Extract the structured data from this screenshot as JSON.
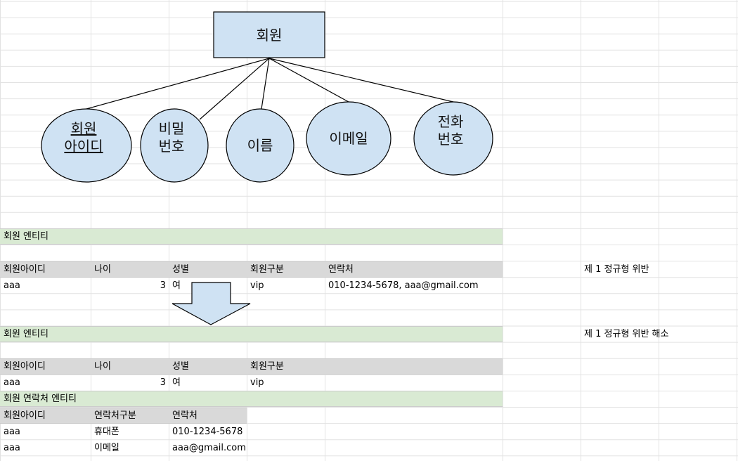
{
  "diagram": {
    "root": "회원",
    "attributes": [
      {
        "line1": "회원",
        "line2": "아이디",
        "underline": true
      },
      {
        "line1": "비밀",
        "line2": "번호",
        "underline": false
      },
      {
        "line1": "이름",
        "line2": "",
        "underline": false
      },
      {
        "line1": "이메일",
        "line2": "",
        "underline": false
      },
      {
        "line1": "전화",
        "line2": "번호",
        "underline": false
      }
    ],
    "fill_color": "#cfe2f3",
    "stroke_color": "#000000"
  },
  "table1": {
    "title": "회원 엔티티",
    "headers": [
      "회원아이디",
      "나이",
      "성별",
      "회원구분",
      "연락처"
    ],
    "row": [
      "aaa",
      "3",
      "여",
      "vip",
      "010-1234-5678, aaa@gmail.com"
    ],
    "note": "제 1 정규형 위반"
  },
  "table2": {
    "title": "회원 엔티티",
    "note": "제 1 정규형 위반 해소",
    "headers": [
      "회원아이디",
      "나이",
      "성별",
      "회원구분"
    ],
    "row": [
      "aaa",
      "3",
      "여",
      "vip"
    ]
  },
  "table3": {
    "title": "회원 연락처 엔티티",
    "headers": [
      "회원아이디",
      "연락처구분",
      "연락처"
    ],
    "rows": [
      [
        "aaa",
        "휴대폰",
        "010-1234-5678"
      ],
      [
        "aaa",
        "이메일",
        "aaa@gmail.com"
      ]
    ]
  },
  "colors": {
    "title_band": "#d9ead3",
    "header_band": "#d9d9d9",
    "grid": "#e2e2e2"
  }
}
